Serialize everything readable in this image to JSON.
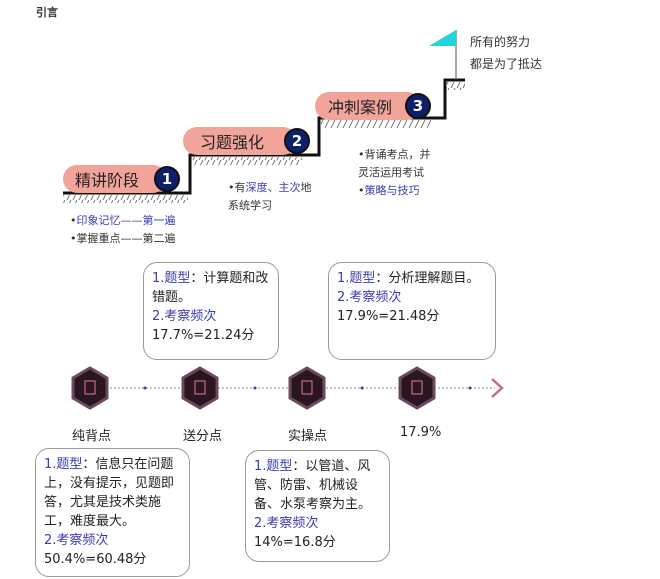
{
  "title": "引言",
  "goal": {
    "line1": "所有的努力",
    "line2": "都是为了抵达"
  },
  "steps": [
    {
      "label": "精讲阶段",
      "num": "1",
      "notes": [
        {
          "blue": "印象记忆——第一遍",
          "plain": ""
        },
        {
          "blue": "",
          "plain": "掌握重点——第二遍"
        }
      ]
    },
    {
      "label": "习题强化",
      "num": "2",
      "notes": [
        {
          "pre": "有",
          "blue": "深度、主次",
          "post": "地"
        },
        {
          "plain": "系统学习"
        }
      ]
    },
    {
      "label": "冲刺案例",
      "num": "3",
      "notes": [
        {
          "plain": "背诵考点，并"
        },
        {
          "plain": "灵活运用考试"
        },
        {
          "blue": "策略与技巧"
        }
      ]
    }
  ],
  "timeline": [
    {
      "label": "纯背点",
      "icon": "document-icon",
      "type_label": "1.题型",
      "type_text": "：信息只在问题上，没有提示，见题即答，尤其是技术类施工，难度最大。",
      "freq_label": "2.考察频次",
      "freq": "50.4%=60.48分"
    },
    {
      "label": "送分点",
      "icon": "edit-document-icon",
      "type_label": "1.题型",
      "type_text": "：计算题和改错题。",
      "freq_label": "2.考察频次",
      "freq": "17.7%=21.24分"
    },
    {
      "label": "实操点",
      "icon": "list-document-icon",
      "type_label": "1.题型",
      "type_text": "：以管道、风管、防雷、机械设备、水泵考察为主。",
      "freq_label": "2.考察频次",
      "freq": "14%=16.8分"
    },
    {
      "label": "17.9%",
      "icon": "certificate-icon",
      "type_label": "1.题型",
      "type_text": "：分析理解题目。",
      "freq_label": "2.考察频次",
      "freq": "17.9%=21.48分"
    }
  ],
  "colors": {
    "pill": "#f2a39a",
    "badge": "#0b1f6b",
    "accent": "#3b3bb0",
    "flag": "#22d3e0",
    "arrow": "#d06a80"
  }
}
